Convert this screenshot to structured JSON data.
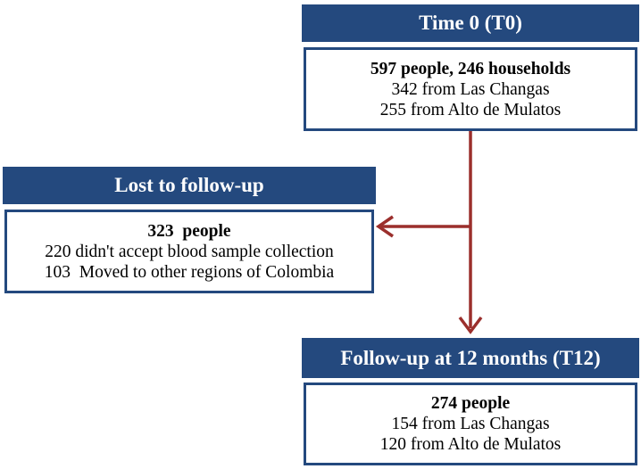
{
  "colors": {
    "header_bg": "#24497e",
    "header_text": "#ffffff",
    "box_border": "#24497e",
    "arrow": "#9b2f2c"
  },
  "t0": {
    "title": "Time 0 (T0)",
    "line1": "597 people, 246 households",
    "line2": "342 from Las Changas",
    "line3": "255 from Alto de Mulatos"
  },
  "lost": {
    "title": "Lost to follow-up",
    "line1": "323  people",
    "line2": "220 didn't accept blood sample collection",
    "line3": "103  Moved to other regions of Colombia"
  },
  "t12": {
    "title": "Follow-up at 12 months (T12)",
    "line1": "274 people",
    "line2": "154 from Las Changas",
    "line3": "120 from Alto de Mulatos"
  }
}
